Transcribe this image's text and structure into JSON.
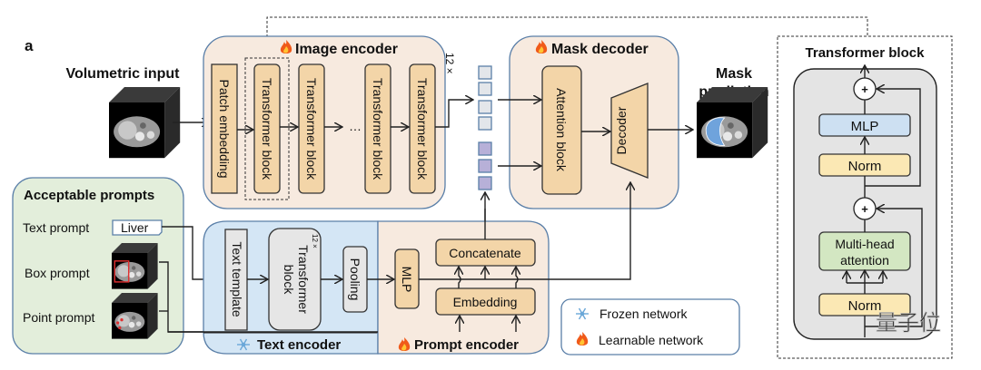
{
  "figure_label": "a",
  "volumetric_input": {
    "title": "Volumetric input"
  },
  "image_encoder": {
    "title": "Image encoder",
    "repeat": "12 ×",
    "blocks": [
      "Patch embedding",
      "Transformer block",
      "Transformer block",
      "Transformer block",
      "Transformer block"
    ],
    "ellipsis": "…"
  },
  "mask_decoder": {
    "title": "Mask decoder",
    "attention": "Attention block",
    "decoder": "Decoder"
  },
  "mask_prediction": {
    "title_line1": "Mask",
    "title_line2": "prediction"
  },
  "acceptable_prompts": {
    "title": "Acceptable prompts",
    "text_prompt": "Text prompt",
    "text_value": "Liver",
    "box_prompt": "Box prompt",
    "point_prompt": "Point prompt"
  },
  "text_encoder": {
    "title": "Text encoder",
    "template": "Text template",
    "transformer_line1": "Transformer",
    "transformer_line2": "block",
    "repeat": "12 ×",
    "pooling": "Pooling"
  },
  "prompt_encoder": {
    "title": "Prompt encoder",
    "mlp": "MLP",
    "concatenate": "Concatenate",
    "embedding": "Embedding"
  },
  "legend": {
    "frozen": "Frozen network",
    "learnable": "Learnable network"
  },
  "transformer_detail": {
    "title": "Transformer block",
    "plus": "+",
    "mlp": "MLP",
    "norm_top": "Norm",
    "mha_line1": "Multi-head",
    "mha_line2": "attention",
    "norm_bottom": "Norm"
  },
  "watermark": "量子位",
  "colors": {
    "learnable_panel": "#f7eadf",
    "frozen_panel": "#d4e6f5",
    "prompts_panel": "#e3eedb",
    "block_tan": "#f3d5a8",
    "image_tokens": "#e3e6ea",
    "prompt_tokens": "#b7b0d8",
    "mask_overlay": "#6fa3dc",
    "box_prompt": "#e03030"
  }
}
